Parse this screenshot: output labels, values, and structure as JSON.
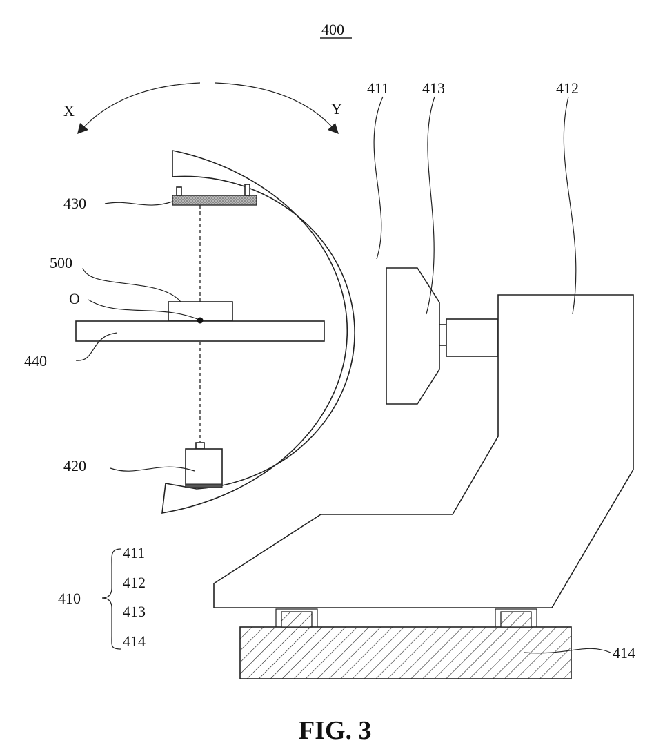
{
  "figure": {
    "number_label": "400",
    "caption": "FIG. 3"
  },
  "arrows": {
    "left": "X",
    "right": "Y"
  },
  "callouts": {
    "c_arm": "411",
    "connector": "413",
    "stand": "412",
    "detector": "430",
    "subject": "500",
    "center": "O",
    "table": "440",
    "source": "420",
    "base": "414"
  },
  "group": {
    "label": "410",
    "members": [
      "411",
      "412",
      "413",
      "414"
    ]
  },
  "colors": {
    "ink": "#222222",
    "detector_fill": "#9a9a9a",
    "background": "#ffffff"
  }
}
